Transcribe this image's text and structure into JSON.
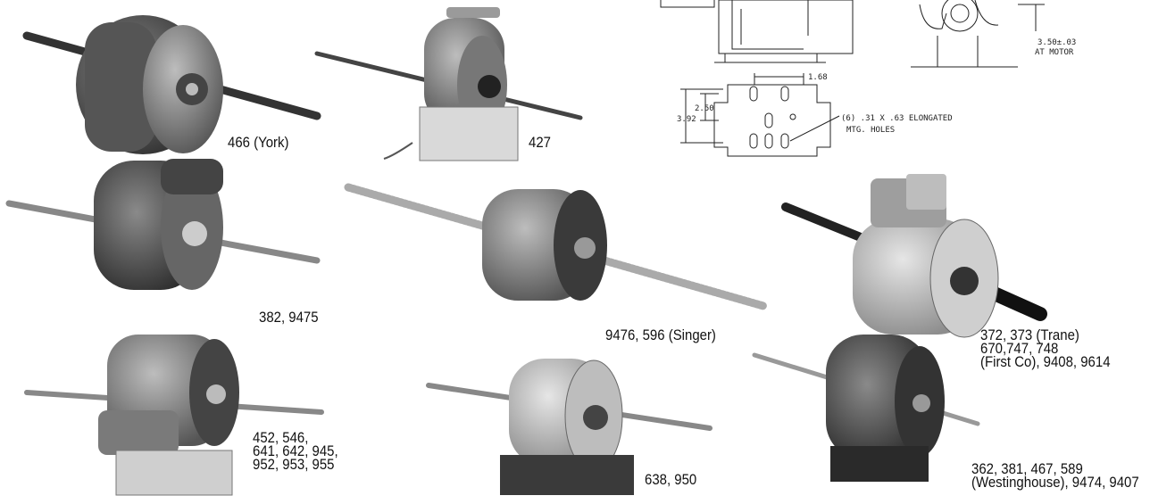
{
  "captions": {
    "york": [
      "466 (York)"
    ],
    "m427": [
      "427"
    ],
    "m382": [
      "382, 9475"
    ],
    "singer": [
      "9476, 596 (Singer)"
    ],
    "trane": [
      "372, 373 (Trane)",
      "670,747, 748",
      "(First Co), 9408, 9614"
    ],
    "m452": [
      "452, 546,",
      "641, 642, 945,",
      "952, 953, 955"
    ],
    "m638": [
      "638, 950"
    ],
    "westinghouse": [
      "362, 381, 467, 589",
      "(Westinghouse), 9474, 9407"
    ]
  },
  "drawing": {
    "dim_168": "1.68",
    "dim_250": "2.50",
    "dim_392": "3.92",
    "dim_350": "3.50±.03",
    "at_motor": "AT MOTOR",
    "holes_line1": "(6) .31 X .63 ELONGATED",
    "holes_line2": "MTG. HOLES"
  }
}
